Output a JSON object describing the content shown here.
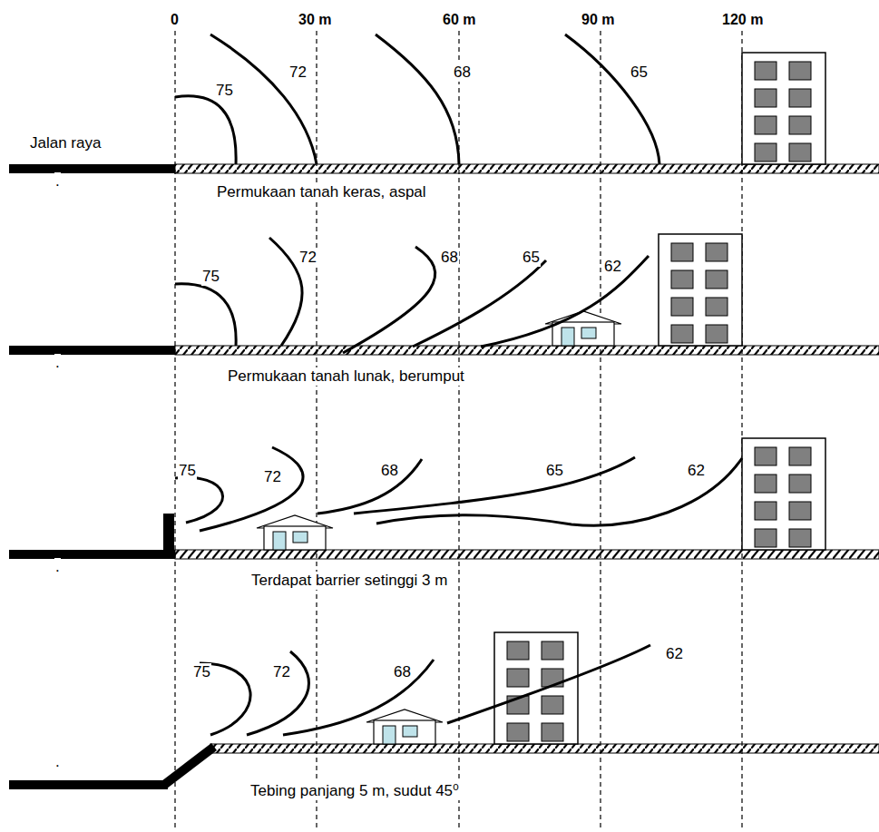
{
  "diagram": {
    "labels": [
      "0",
      "30 m",
      "60 m",
      "90 m",
      "120 m",
      "Jalan raya",
      ".",
      "Permukaan tanah keras, aspal",
      "75",
      "72",
      "68",
      "65",
      ".",
      "Permukaan tanah lunak, berumput",
      "75",
      "72",
      "68",
      "65",
      "62",
      ".",
      "Terdapat barrier setinggi 3 m",
      "75",
      "72",
      "68",
      "65",
      "62",
      ".",
      "Tebing panjang 5 m, sudut 45⁰",
      "75",
      "72",
      "68",
      "62"
    ]
  }
}
